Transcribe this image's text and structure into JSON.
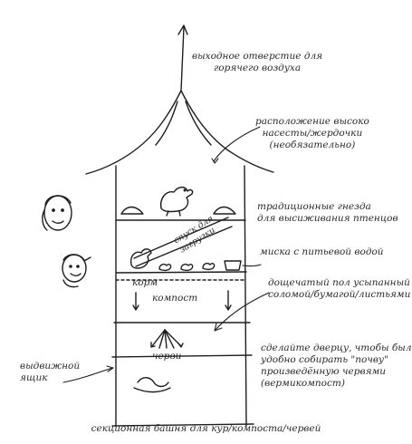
{
  "labels": {
    "vent": [
      "выходное отверстие для",
      "горячего воздуха"
    ],
    "perches": [
      "расположение высоко",
      "насесты/жердочки",
      "(необязательно)"
    ],
    "nests": [
      "традиционные гнезда",
      "для высиживания птенцов"
    ],
    "water": [
      "миска с питьевой водой"
    ],
    "chute": [
      "спуск для",
      "загрузки"
    ],
    "floor": [
      "дощечатый пол усыпанный",
      "соломой/бумагой/листьями"
    ],
    "layer_food": "корм",
    "layer_compost": "компост",
    "layer_worms": "черви",
    "door": [
      "сделайте дверцу, чтобы было",
      "удобно собирать \"почву\"",
      "произведённую червями",
      "(вермикомпост)"
    ],
    "drawer": [
      "выдвижной",
      "ящик"
    ],
    "caption": "секционная башня для кур/компоста/червей"
  },
  "icons": [
    "hen-icon",
    "chick-icon",
    "face-icon",
    "arrow-icon"
  ]
}
